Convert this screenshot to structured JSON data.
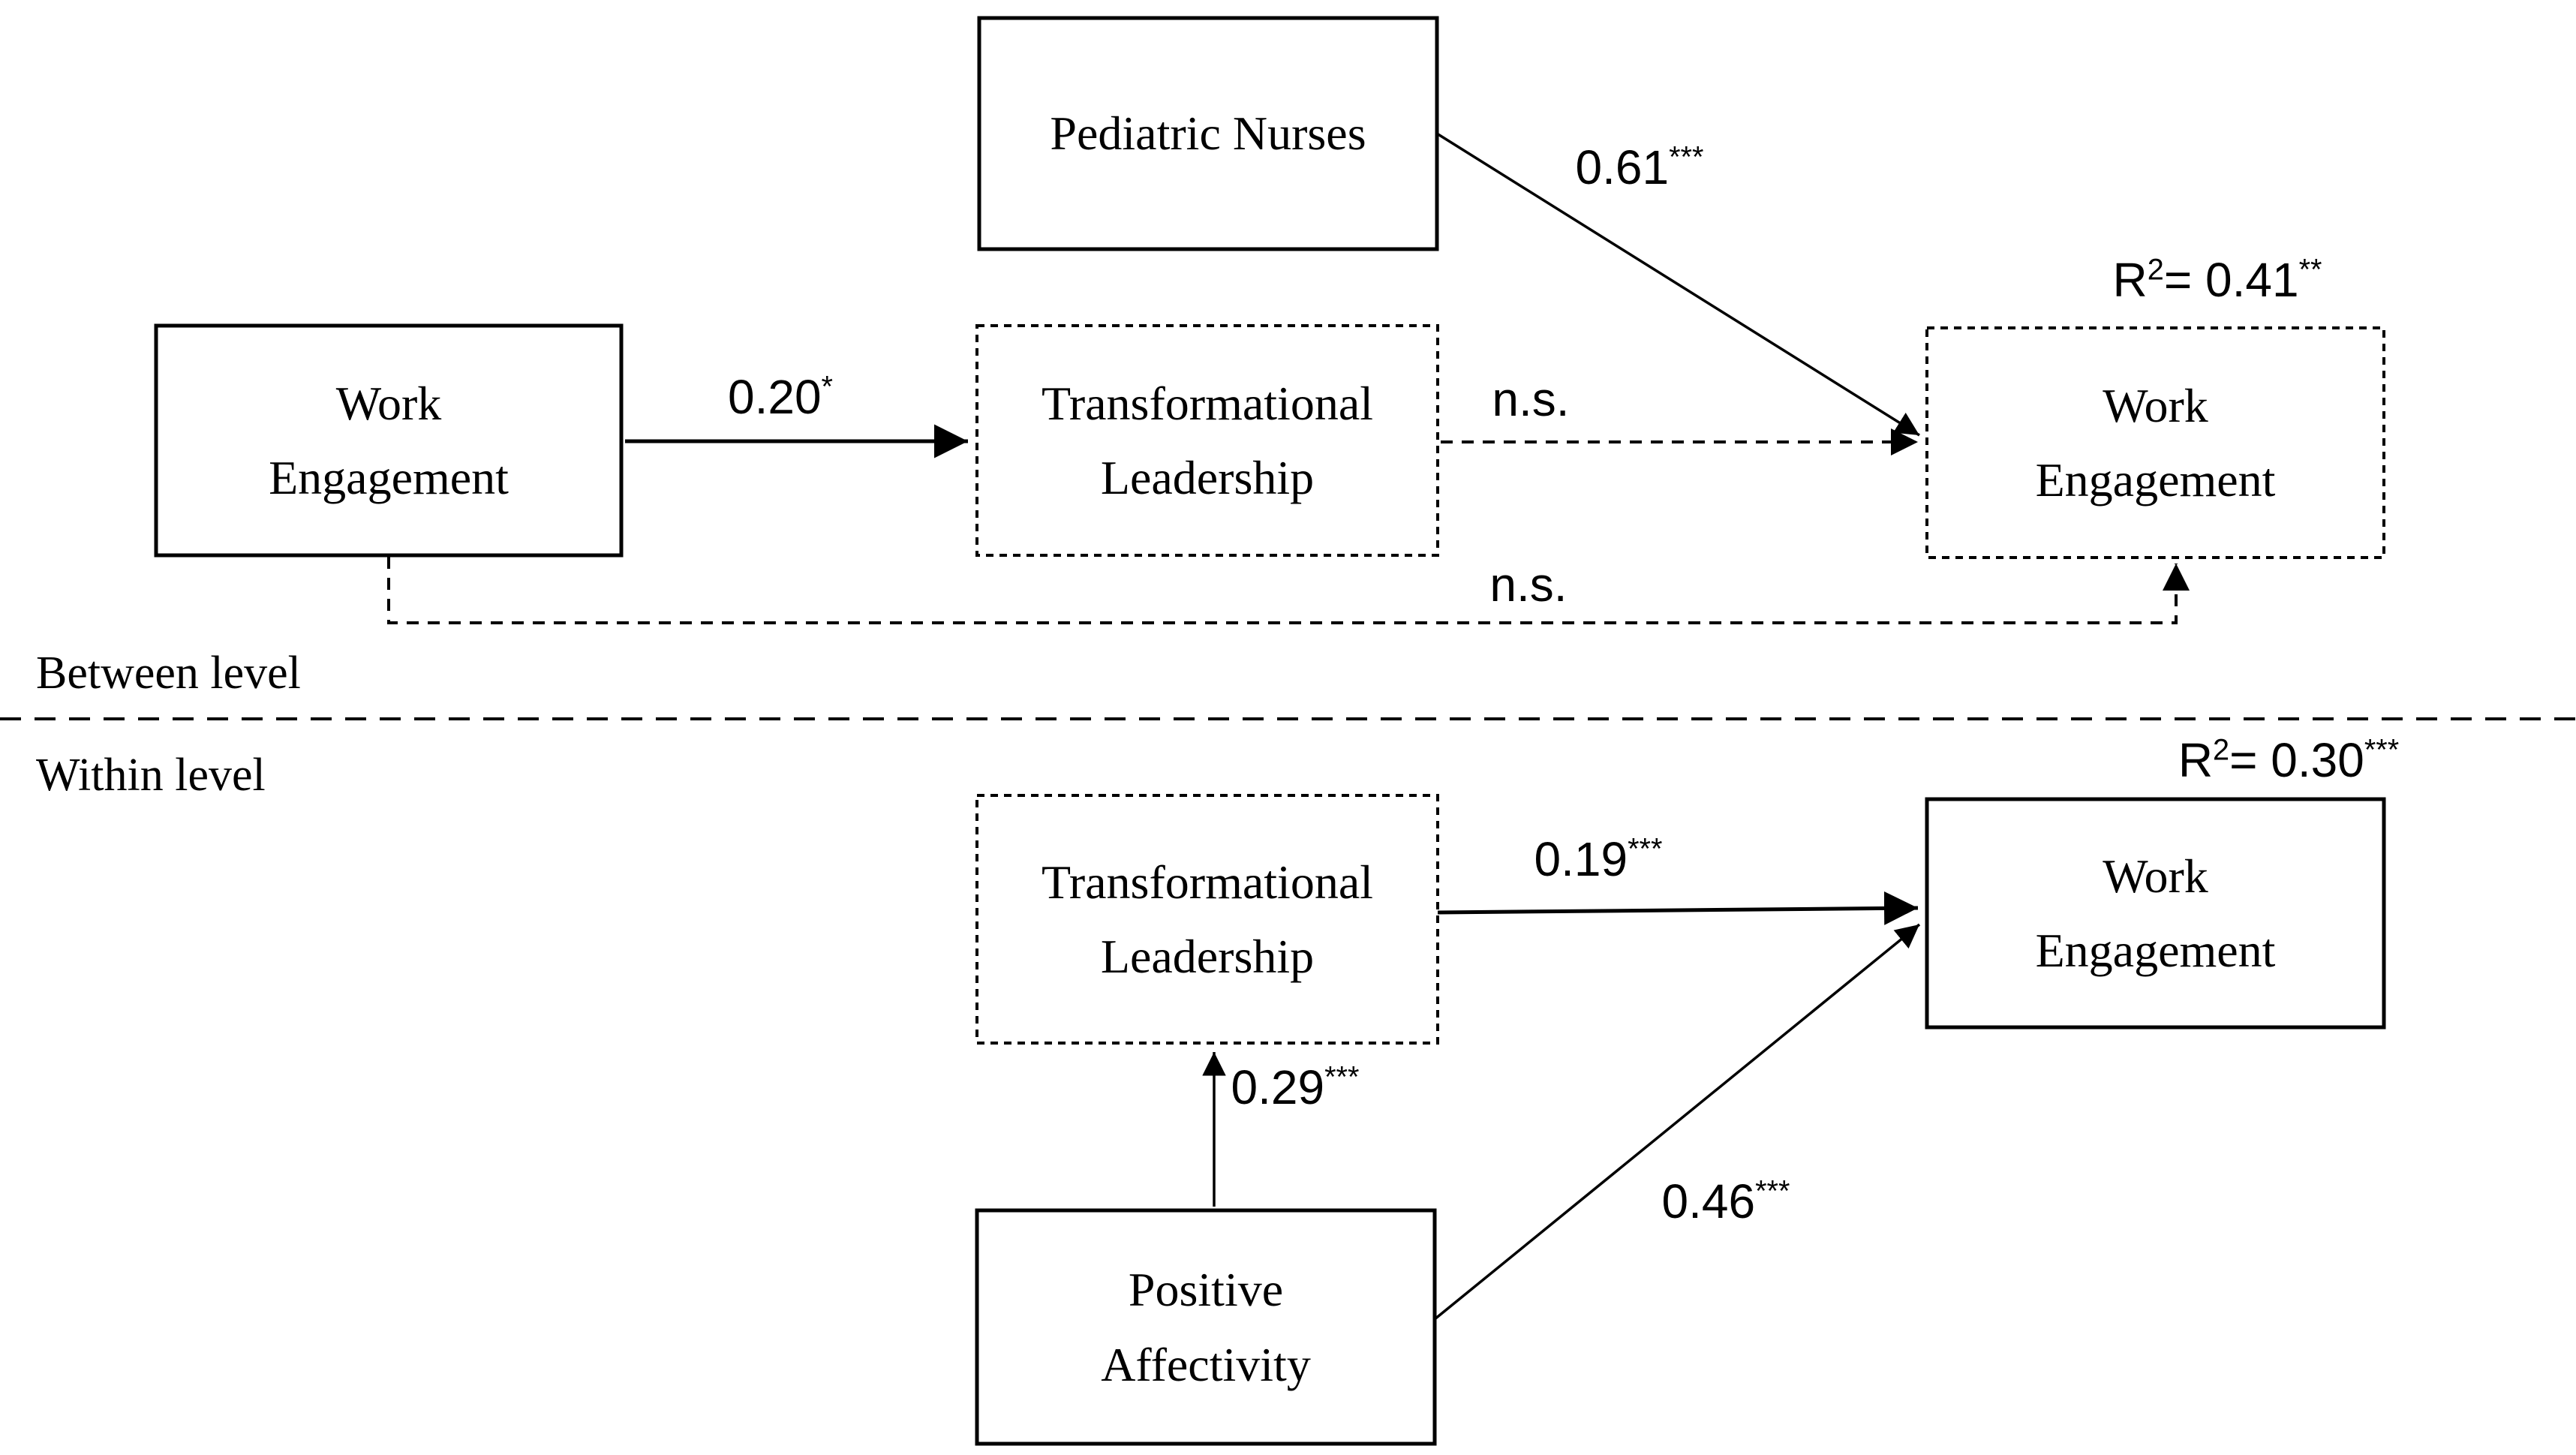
{
  "colors": {
    "ink": "#000000",
    "background": "#ffffff"
  },
  "levels": {
    "between_label": "Between level",
    "within_label": "Within level"
  },
  "boxes": {
    "pediatric_nurses": {
      "label": "Pediatric Nurses",
      "border": "solid"
    },
    "work_engagement_between_left": {
      "line1": "Work",
      "line2": "Engagement",
      "border": "solid"
    },
    "transformational_leadership_between": {
      "line1": "Transformational",
      "line2": "Leadership",
      "border": "dashed"
    },
    "work_engagement_between_right": {
      "line1": "Work",
      "line2": "Engagement",
      "border": "dashed"
    },
    "transformational_leadership_within": {
      "line1": "Transformational",
      "line2": "Leadership",
      "border": "dashed"
    },
    "work_engagement_within": {
      "line1": "Work",
      "line2": "Engagement",
      "border": "solid"
    },
    "positive_affectivity": {
      "line1": "Positive",
      "line2": "Affectivity",
      "border": "solid"
    }
  },
  "coefficients": {
    "pn_we": {
      "value": "0.61",
      "stars": "***"
    },
    "we_tl": {
      "value": "0.20",
      "stars": "*"
    },
    "tl_we_between": {
      "value": "n.s.",
      "stars": ""
    },
    "we_we_between": {
      "value": "n.s.",
      "stars": ""
    },
    "tl_we_within": {
      "value": "0.19",
      "stars": "***"
    },
    "pa_tl": {
      "value": "0.29",
      "stars": "***"
    },
    "pa_we": {
      "value": "0.46",
      "stars": "***"
    }
  },
  "r_squared": {
    "between": {
      "symbol": "R",
      "exponent": "2",
      "equals": "= 0.41",
      "stars": "**"
    },
    "within": {
      "symbol": "R",
      "exponent": "2",
      "equals": "= 0.30",
      "stars": "***"
    }
  }
}
